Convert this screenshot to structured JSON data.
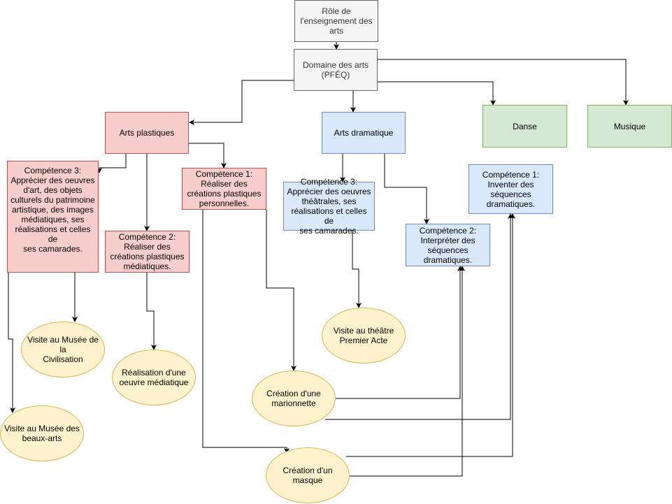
{
  "nodes": {
    "role": "Rôle de\nl'enseignement des\narts",
    "domaine": "Domaine des arts\n(PFÉQ)",
    "arts_plastiques": "Arts plastiques",
    "arts_dramatique": "Arts dramatique",
    "danse": "Danse",
    "musique": "Musique",
    "ap_comp3": "Compétence 3:\nApprécier des oeuvres\nd'art, des objets\nculturels du patrimoine\nartistique, des images\nmédiatiques, ses\nréalisations et celles de\nses camarades.",
    "ap_comp2": "Compétence 2:\nRéaliser des\ncréations plastiques\nmédiatiques.",
    "ap_comp1": "Compétence 1:\nRéaliser des\ncréations plastiques\npersonnelles.",
    "ad_comp3": "Compétence 3:\nApprécier des oeuvres\nthéâtrales, ses\nréalisations et celles de\nses camarades.",
    "ad_comp2": "Compétence 2:\nInterpréter des\nséquences\ndramatiques.",
    "ad_comp1": "Compétence 1:\nInventer des\nséquences\ndramatiques.",
    "musee_civ": "Visite au Musée de la\nCivilisation",
    "realisation": "Réalisation d'une\noeuvre médiatique",
    "musee_ba": "Visite au Musée des\nbeaux-arts",
    "theatre": "Visite au théâtre\nPremier Acte",
    "marionnette": "Création d'une\nmarionnette",
    "masque": "Création d'un masque"
  }
}
